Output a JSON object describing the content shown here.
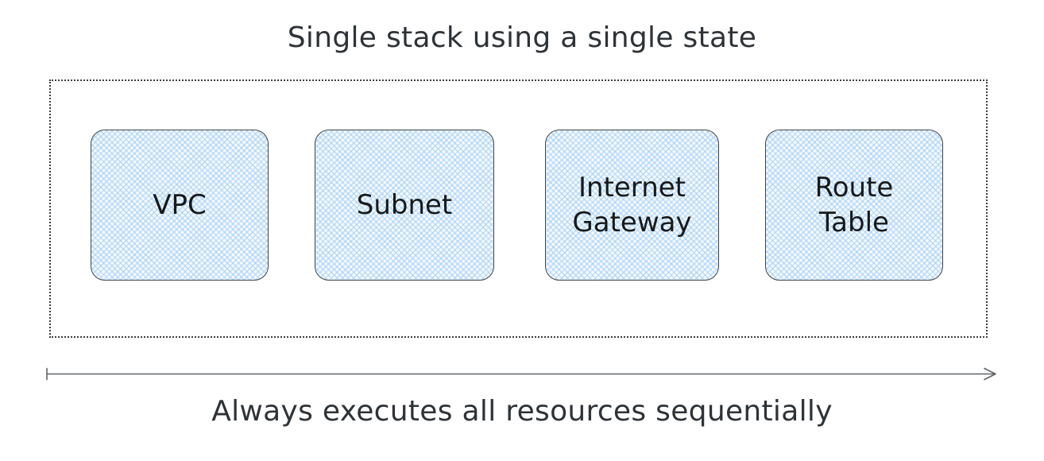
{
  "diagram": {
    "title": "Single stack using a single state",
    "caption": "Always executes all resources sequentially",
    "boxes": [
      {
        "id": "vpc",
        "label": "VPC"
      },
      {
        "id": "subnet",
        "label": "Subnet"
      },
      {
        "id": "internet-gateway",
        "label": "Internet\nGateway"
      },
      {
        "id": "route-table",
        "label": "Route\nTable"
      }
    ],
    "arrow": {
      "direction": "right"
    },
    "colors": {
      "background": "#ffffff",
      "text": "#2e3338",
      "box_label": "#17191b",
      "box_border": "#42464a",
      "box_fill_base": "#f3f9fe",
      "box_hatch": "#9ecaf0",
      "boundary_dots": "#3e3e3e",
      "arrow": "#5f6368"
    }
  }
}
